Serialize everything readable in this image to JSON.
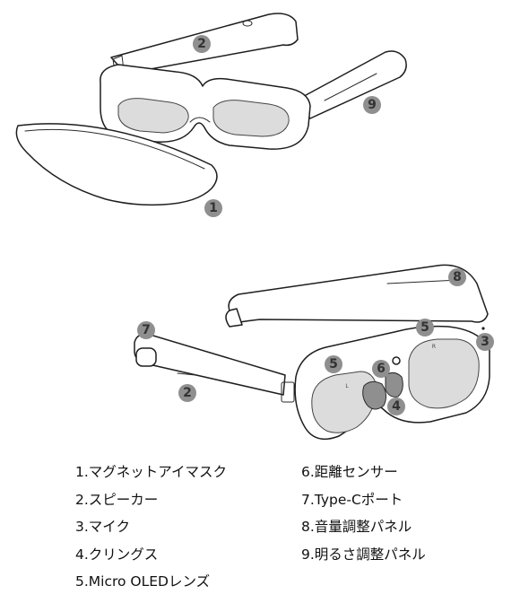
{
  "callouts": {
    "c1": "1",
    "c2_top": "2",
    "c9": "9",
    "c8": "8",
    "c7": "7",
    "c5_right": "5",
    "c3": "3",
    "c5_left": "5",
    "c6": "6",
    "c2_bottom": "2",
    "c4": "4"
  },
  "lens_marks": {
    "left": "L",
    "right": "R"
  },
  "legend": {
    "items": [
      "1.マグネットアイマスク",
      "6.距離センサー",
      "2.スピーカー",
      "7.Type-Cポート",
      "3.マイク",
      "8.音量調整パネル",
      "4.クリングス",
      "9.明るさ調整パネル",
      "5.Micro OLEDレンズ"
    ]
  }
}
